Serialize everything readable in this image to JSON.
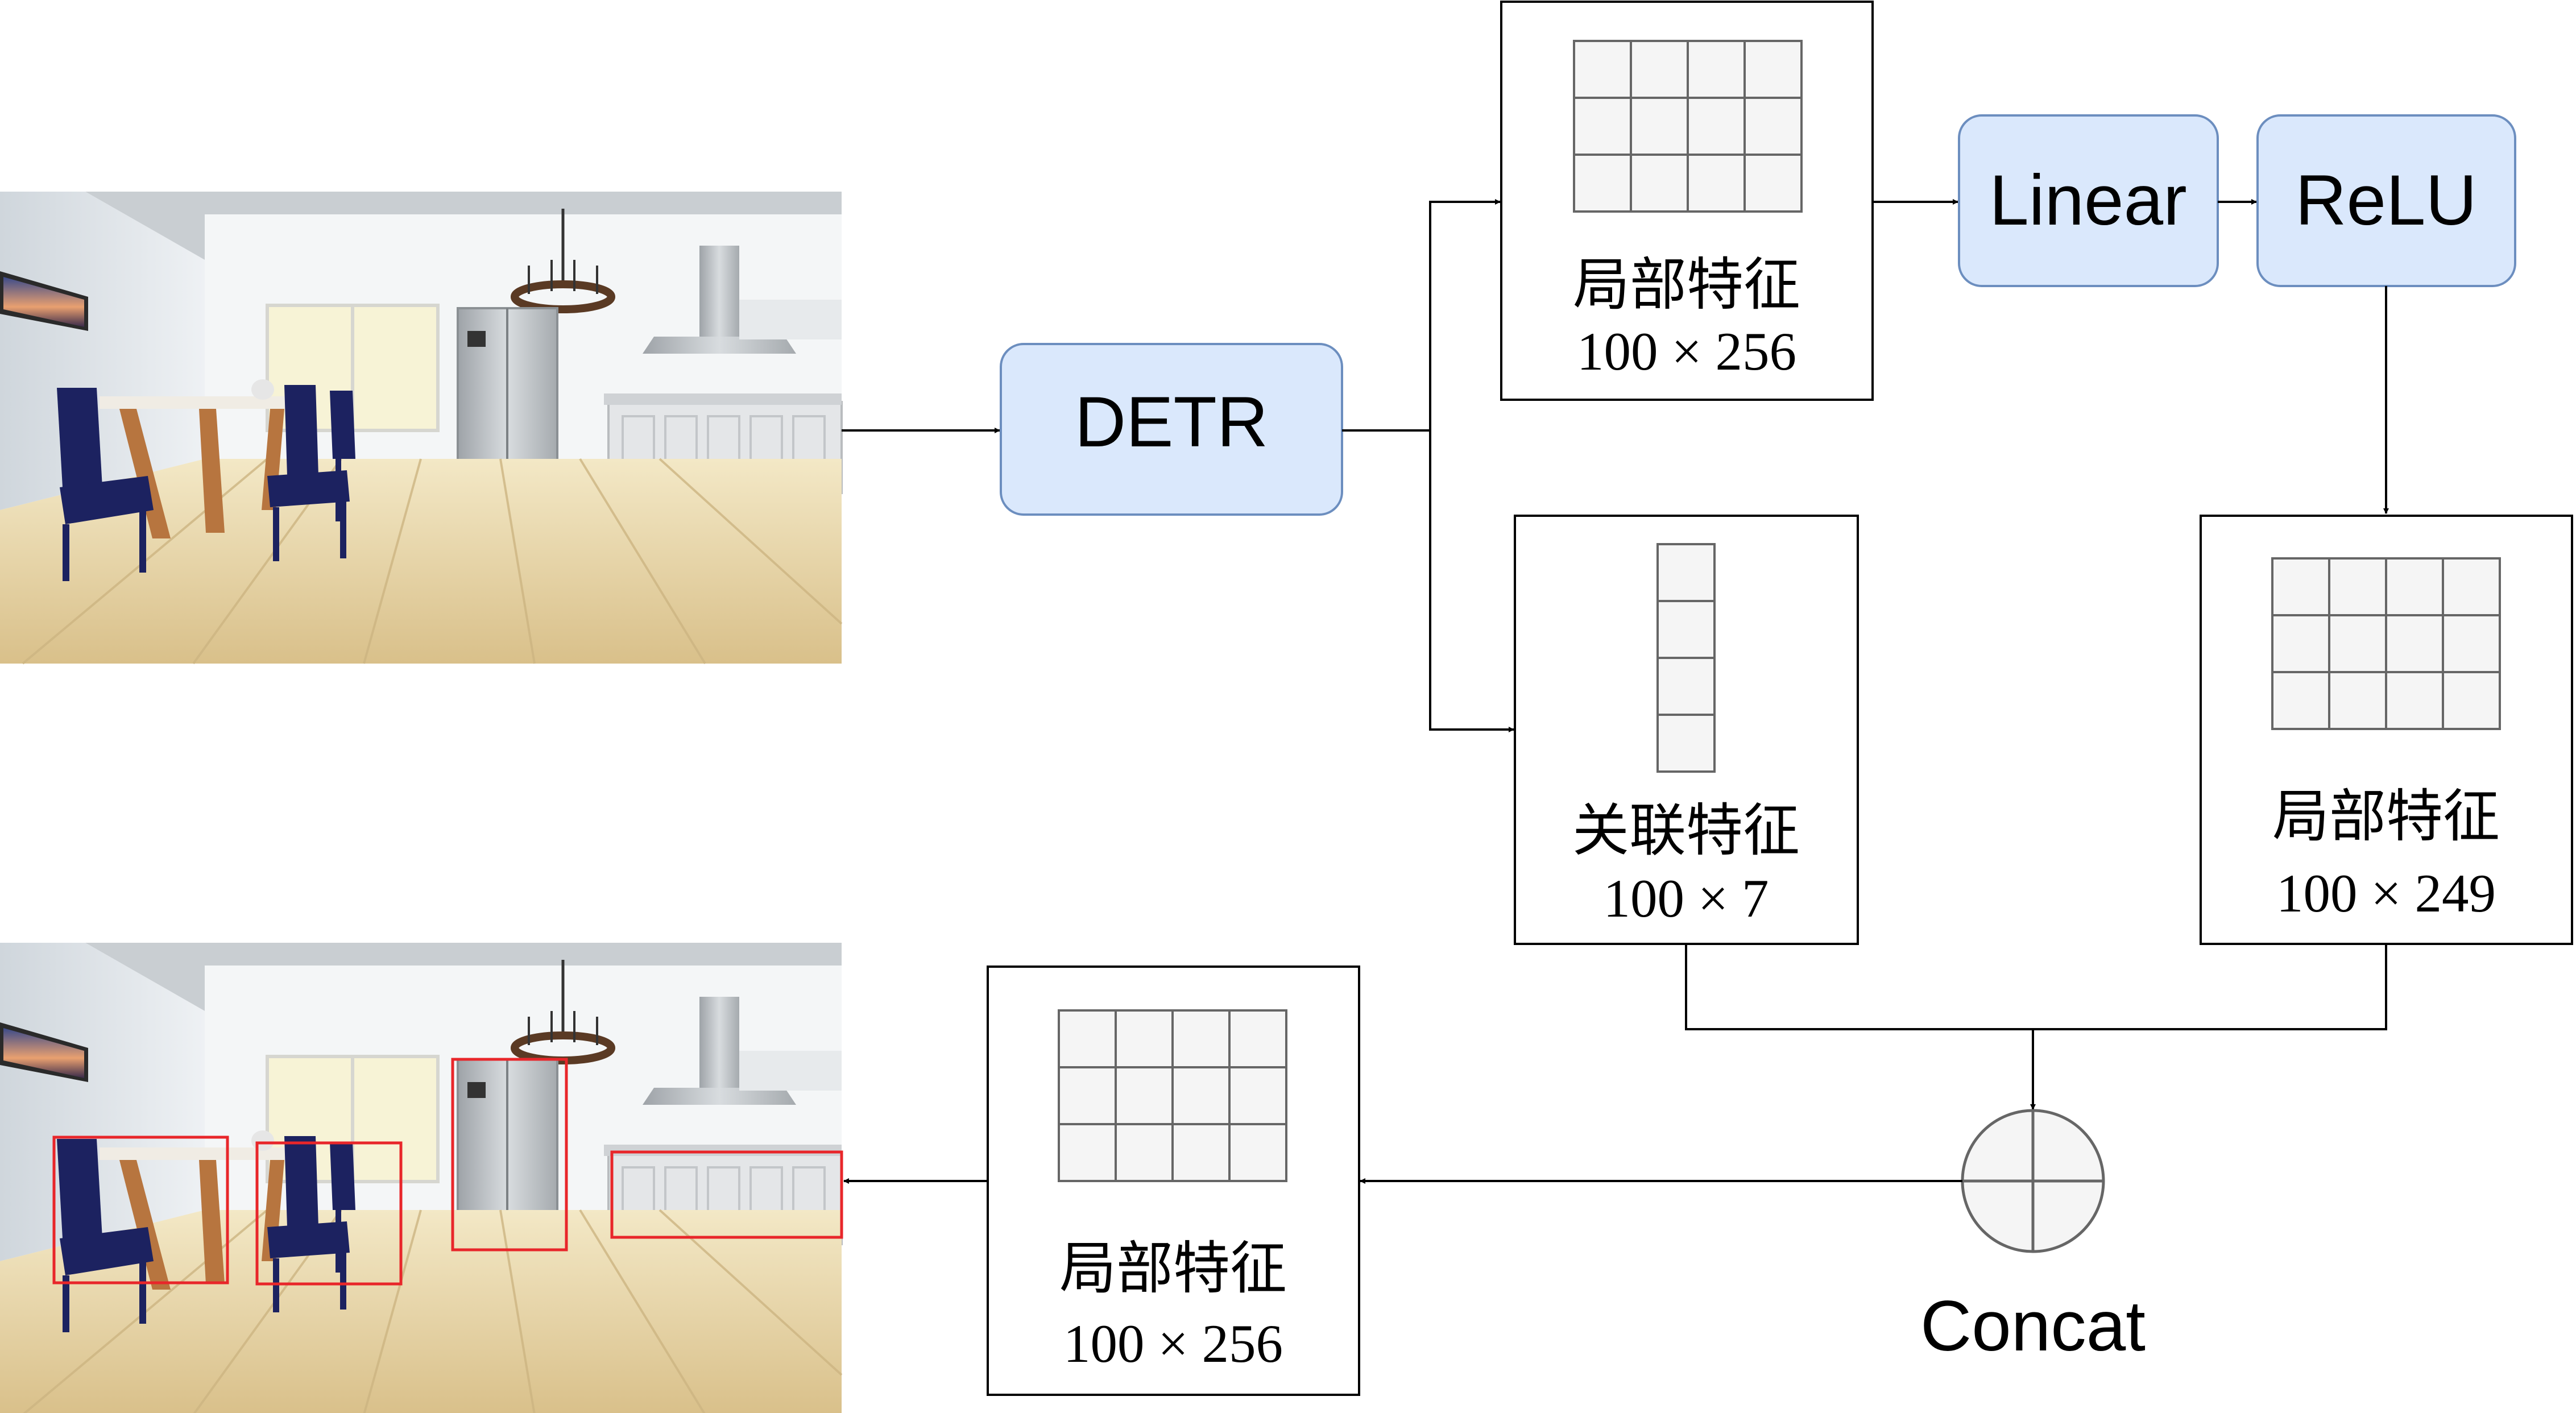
{
  "diagram": {
    "nodes": {
      "detr": {
        "label": "DETR"
      },
      "linear": {
        "label": "Linear"
      },
      "relu": {
        "label": "ReLU"
      },
      "local_top": {
        "label": "局部特征",
        "dims": "100 × 256"
      },
      "assoc": {
        "label": "关联特征",
        "dims": "100 × 7"
      },
      "local_right": {
        "label": "局部特征",
        "dims": "100 × 249"
      },
      "local_bottom": {
        "label": "局部特征",
        "dims": "100 × 256"
      },
      "concat": {
        "label": "Concat"
      }
    },
    "colors": {
      "module_fill": "#dae8fc",
      "module_stroke": "#6c8ebf",
      "grid_fill": "#f5f5f5",
      "grid_stroke": "#666666",
      "detection_box": "#e8262a",
      "line": "#000000"
    }
  }
}
